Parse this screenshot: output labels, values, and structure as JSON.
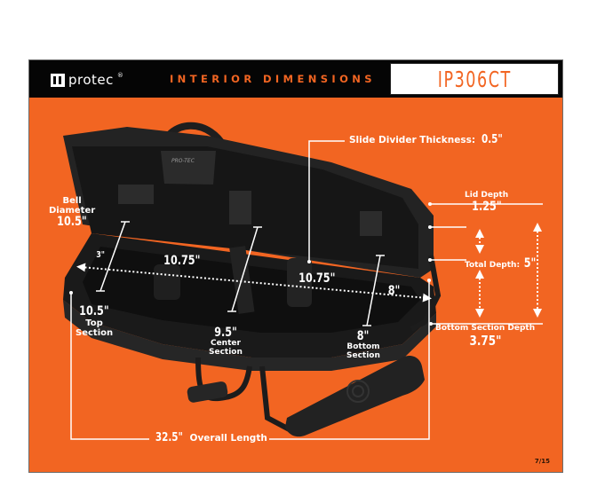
{
  "header": {
    "brand": "protec",
    "brand_mark": "®",
    "title": "INTERIOR DIMENSIONS",
    "model": "IP306CT"
  },
  "labels": {
    "bell_diameter": {
      "title_line1": "Bell",
      "title_line2": "Diameter",
      "value": "10.5\""
    },
    "slide_divider": {
      "title": "Slide Divider Thickness:",
      "value": "0.5\""
    },
    "lid_depth": {
      "title": "Lid Depth",
      "value": "1.25\""
    },
    "total_depth": {
      "title": "Total Depth:",
      "value": "5\""
    },
    "bottom_section_depth": {
      "title": "Bottom Section Depth",
      "value": "3.75\""
    },
    "bell_width": {
      "value": "3\""
    },
    "top_section": {
      "value": "10.5\"",
      "line1": "Top",
      "line2": "Section"
    },
    "center_section": {
      "value": "9.5\"",
      "line1": "Center",
      "line2": "Section"
    },
    "bottom_section": {
      "value": "8\"",
      "line1": "Bottom",
      "line2": "Section"
    },
    "length_top": {
      "value": "10.75\""
    },
    "length_center": {
      "value": "10.75\""
    },
    "length_bottom": {
      "value": "8\""
    },
    "overall_length": {
      "value": "32.5\"",
      "title": "Overall Length"
    }
  },
  "page_indicator": "7/15",
  "colors": {
    "accent_orange": "#f26522",
    "header_black": "#050505",
    "case_black": "#1c1c1c",
    "text_white": "#ffffff"
  },
  "product_image": {
    "description": "Open black trombone gig bag with shoulder strap and handle",
    "logo_on_case": "PRO-TEC"
  }
}
